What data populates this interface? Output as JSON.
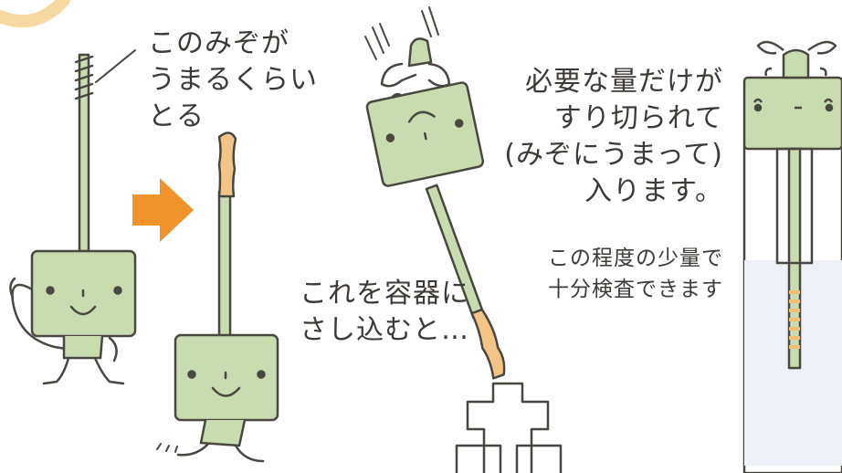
{
  "texts": {
    "step1": [
      "このみぞが",
      "うまるくらい",
      "とる"
    ],
    "step2": [
      "これを容器に",
      "さし込むと…"
    ],
    "step3": [
      "必要な量だけが",
      "すり切られて",
      "(みぞにうまって)",
      "入ります。"
    ],
    "step4": [
      "この程度の少量で",
      "十分検査できます"
    ]
  },
  "colors": {
    "character_body": "#c9dcb0",
    "outline": "#4a4640",
    "sample": "#f2c486",
    "arrow": "#f0932b",
    "accent_curve": "#f6d9a0",
    "container_fill": "#eef0f8"
  }
}
